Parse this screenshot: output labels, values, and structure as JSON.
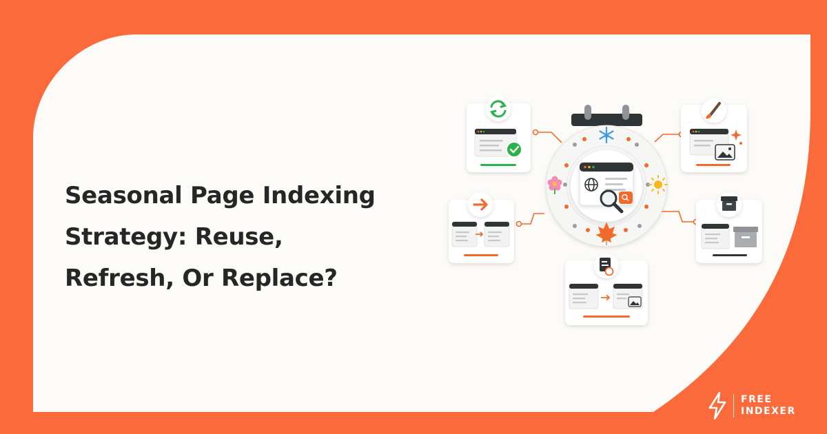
{
  "headline": {
    "line1": "Seasonal Page Indexing",
    "line2": "Strategy: Reuse,",
    "line3": "Refresh, Or Replace?"
  },
  "brand": {
    "line1": "FREE",
    "line2": "INDEXER"
  },
  "colors": {
    "background": "#fb6a3b",
    "card": "#fdfbf7",
    "accent": "#f26a2b",
    "text": "#262626",
    "green": "#2bb24c"
  },
  "icons": [
    "sync-icon",
    "check-circle-icon",
    "paintbrush-icon",
    "sparkle-icon",
    "image-icon",
    "arrow-right-icon",
    "archive-box-icon",
    "document-refresh-icon",
    "calendar-icon",
    "snowflake-icon",
    "sun-icon",
    "flower-icon",
    "maple-leaf-icon",
    "globe-icon",
    "magnifier-icon",
    "lightning-bolt-icon"
  ]
}
